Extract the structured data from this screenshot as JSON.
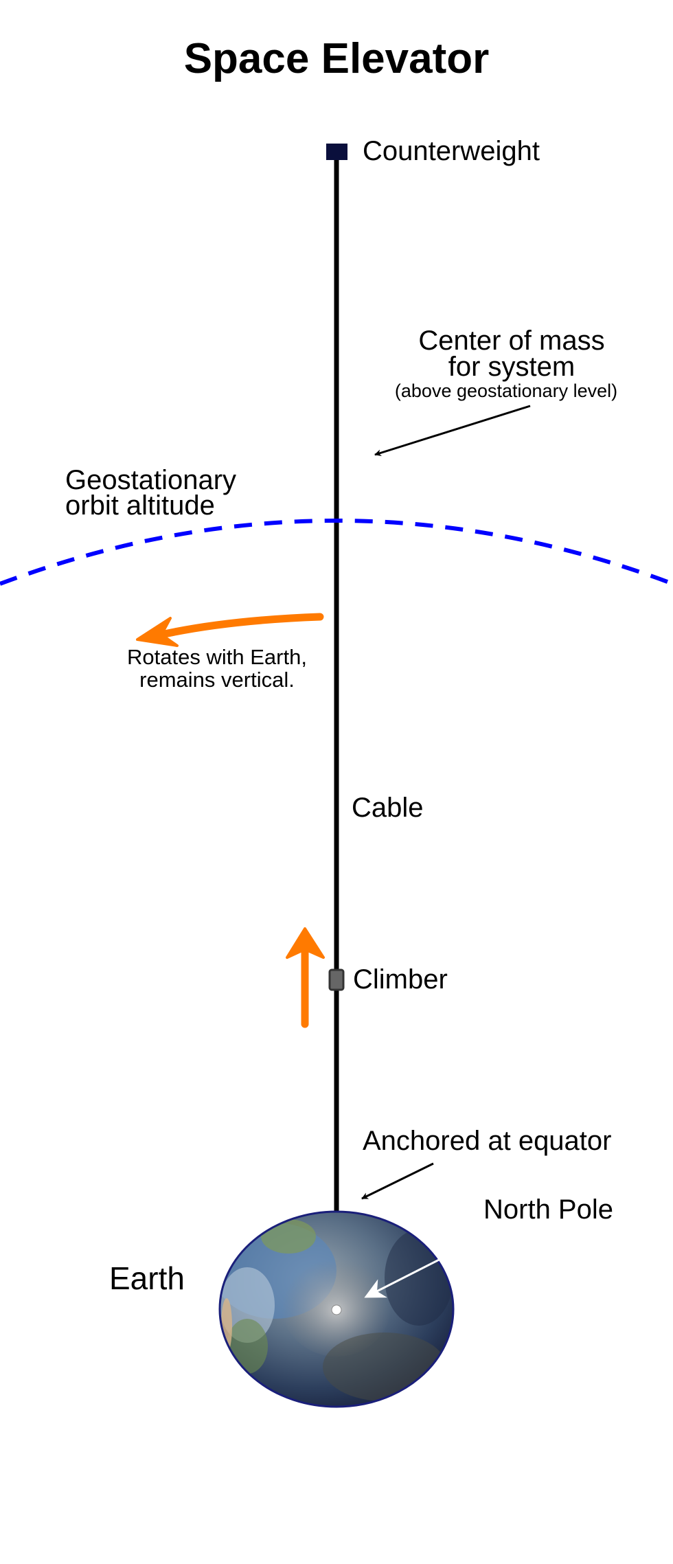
{
  "title": "Space Elevator",
  "labels": {
    "counterweight": "Counterweight",
    "center_of_mass_line1": "Center of mass",
    "center_of_mass_line2": "for system",
    "center_of_mass_note": "(above geostationary level)",
    "geo_line1": "Geostationary",
    "geo_line2": "orbit altitude",
    "rotates_line1": "Rotates with Earth,",
    "rotates_line2": "remains vertical.",
    "cable": "Cable",
    "climber": "Climber",
    "anchored": "Anchored at equator",
    "north_pole": "North Pole",
    "earth": "Earth"
  },
  "colors": {
    "cable": "#000000",
    "counterweight": "#0a0f3c",
    "orbit": "#0000ff",
    "motion_arrows": "#ff7a00",
    "climber": "#444444"
  }
}
